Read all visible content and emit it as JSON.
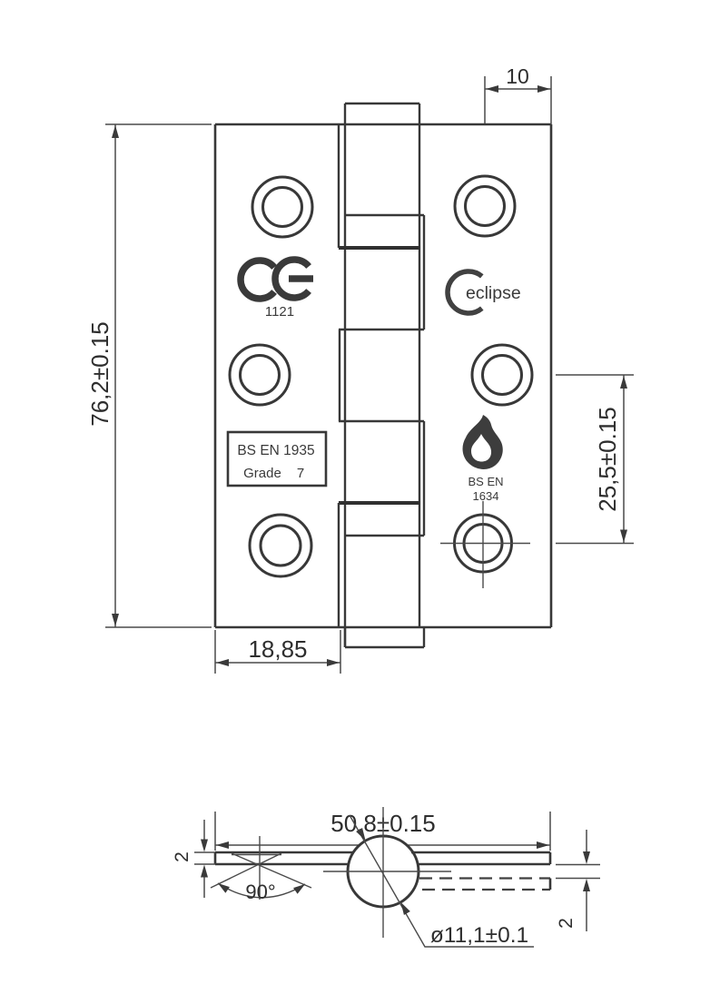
{
  "page": {
    "background_color": "#ffffff",
    "line_color": "#383838"
  },
  "front_view": {
    "dim_top_offset": "10",
    "dim_overall_height": "76,2±0.15",
    "dim_hole_pitch": "25,5±0.15",
    "dim_leaf_width": "18,85",
    "ce_mark": {
      "icon": "ce-mark-icon",
      "notified_body_number": "1121"
    },
    "brand_logo": {
      "icon": "crescent-icon",
      "text": "eclipse"
    },
    "standard_box": {
      "line1": "BS EN 1935",
      "grade_label": "Grade",
      "grade_value": "7"
    },
    "fire_rating": {
      "icon": "flame-icon",
      "line1": "BS EN",
      "line2": "1634"
    }
  },
  "section_view": {
    "dim_overall_width": "50,8±0.15",
    "dim_countersink_angle": "90°",
    "dim_barrel_diameter": "ø11,1±0.1",
    "dim_leaf_thickness": "2",
    "dim_closed_leaf_offset": "2"
  }
}
